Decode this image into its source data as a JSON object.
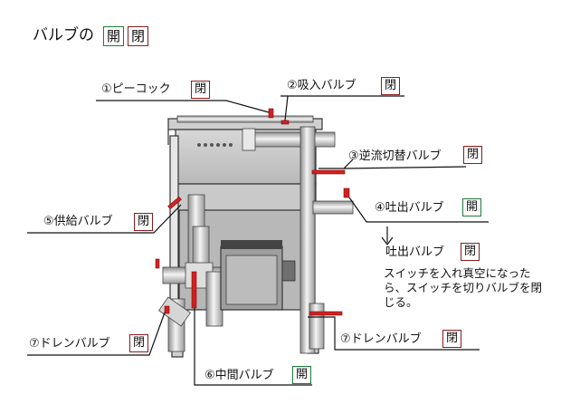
{
  "legend": {
    "title": "バルブの",
    "open": "開",
    "closed": "閉"
  },
  "valves": [
    {
      "id": "v1",
      "label": "①ピーコック",
      "state": "閉"
    },
    {
      "id": "v2",
      "label": "②吸入バルブ",
      "state": "閉"
    },
    {
      "id": "v3",
      "label": "③逆流切替バルブ",
      "state": "閉"
    },
    {
      "id": "v4",
      "label": "④吐出バルブ",
      "state": "開"
    },
    {
      "id": "v4b",
      "label": "吐出バルブ",
      "state": "閉"
    },
    {
      "id": "v5",
      "label": "⑤供給バルブ",
      "state": "閉"
    },
    {
      "id": "v6",
      "label": "⑥中間バルブ",
      "state": "開"
    },
    {
      "id": "v7l",
      "label": "⑦ドレンバルブ",
      "state": "閉"
    },
    {
      "id": "v7r",
      "label": "⑦ドレンバルブ",
      "state": "閉"
    }
  ],
  "instruction": "スイッチを入れ真空になったら、スイッチを切りバルブを閉じる。",
  "colors": {
    "open": "#1a7a3a",
    "closed": "#8a1c1c",
    "handle": "#d42020"
  }
}
